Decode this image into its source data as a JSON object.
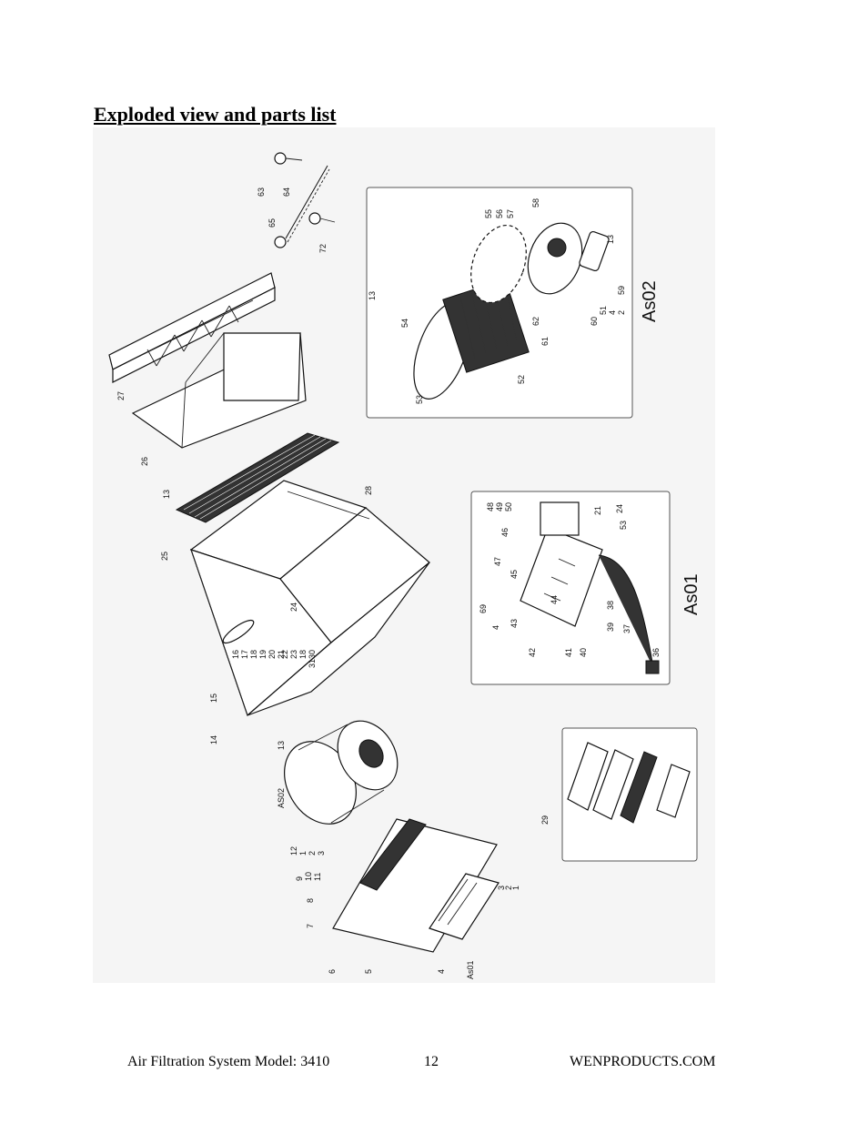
{
  "page": {
    "heading": "Exploded view and parts list",
    "footer": {
      "left": "Air Filtration System Model: 3410",
      "center": "12",
      "right": "WENPRODUCTS.COM"
    }
  },
  "diagram": {
    "assembly_labels": {
      "as02": "As02",
      "as01": "As01",
      "as02_callout": "AS02",
      "as01_callout": "As01"
    },
    "main_labels": [
      "63",
      "64",
      "65",
      "72",
      "27",
      "26",
      "13",
      "25",
      "28",
      "24",
      "16",
      "17",
      "18",
      "19",
      "20",
      "21",
      "22",
      "23",
      "18",
      "30",
      "31",
      "15",
      "14",
      "13",
      "AS02",
      "12",
      "1",
      "2",
      "3",
      "9",
      "10",
      "11",
      "8",
      "7",
      "6",
      "5",
      "4",
      "3",
      "2",
      "1",
      "29"
    ],
    "as02_labels": [
      "13",
      "54",
      "53",
      "52",
      "61",
      "62",
      "55",
      "56",
      "57",
      "58",
      "60",
      "51",
      "4",
      "2",
      "59",
      "13"
    ],
    "as01_labels": [
      "48",
      "49",
      "50",
      "46",
      "47",
      "45",
      "69",
      "4",
      "43",
      "44",
      "42",
      "41",
      "40",
      "39",
      "38",
      "37",
      "36",
      "21",
      "24",
      "53"
    ]
  }
}
